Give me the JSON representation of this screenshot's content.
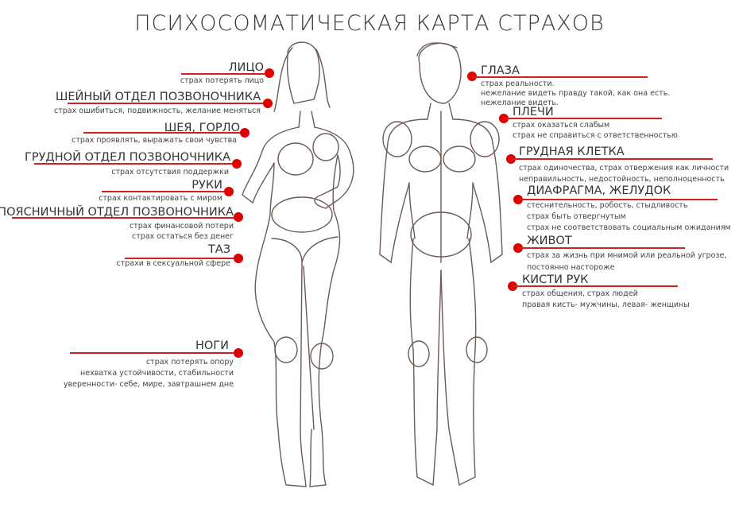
{
  "title": "ПСИХОСОМАТИЧЕСКАЯ КАРТА СТРАХОВ",
  "accent_color": "#e00000",
  "left_labels": [
    {
      "title": "ЛИЦО",
      "lines": [
        "страх потерять лицо"
      ]
    },
    {
      "title": "ШЕЙНЫЙ ОТДЕЛ ПОЗВОНОЧНИКА",
      "lines": [
        "страх ошибиться, подвижность, желание меняться"
      ]
    },
    {
      "title": "ШЕЯ, ГОРЛО",
      "lines": [
        "страх проявлять, выражать свои чувства"
      ]
    },
    {
      "title": "ГРУДНОЙ ОТДЕЛ ПОЗВОНОЧНИКА",
      "lines": [
        "страх отсутствия поддержки"
      ]
    },
    {
      "title": "РУКИ",
      "lines": [
        "страх контактировать с миром"
      ]
    },
    {
      "title": "ПОЯСНИЧНЫЙ ОТДЕЛ ПОЗВОНОЧНИКА",
      "lines": [
        "страх финансовой потери",
        "страх остаться без денег"
      ]
    },
    {
      "title": "ТАЗ",
      "lines": [
        "страхи в сексуальной сфере"
      ]
    },
    {
      "title": "НОГИ",
      "lines": [
        "страх потерять опору",
        "нехватка устойчивости, стабильности",
        "уверенности- себе, мире, завтрашнем дне"
      ]
    }
  ],
  "right_labels": [
    {
      "title": "ГЛАЗА",
      "lines": [
        "страх реальности.",
        "нежелание видеть правду такой, как она есть.",
        "нежелание видеть."
      ]
    },
    {
      "title": "ПЛЕЧИ",
      "lines": [
        "страх оказаться слабым",
        "страх не справиться с ответственностью"
      ]
    },
    {
      "title": "ГРУДНАЯ КЛЕТКА",
      "lines": [
        "страх одиночества, страх отвержения как личности",
        "неправильность, недостойность, неполноценность"
      ]
    },
    {
      "title": "ДИАФРАГМА, ЖЕЛУДОК",
      "lines": [
        "стеснительность, робость, стыдливость",
        "страх быть отвергнутым",
        "страх не соответствовать социальным ожиданиям"
      ]
    },
    {
      "title": "ЖИВОТ",
      "lines": [
        "страх за жизнь при мнимой или реальной угрозе,",
        "постоянно настороже"
      ]
    },
    {
      "title": "КИСТИ РУК",
      "lines": [
        "страх общения, страх людей",
        "правая кисть- мужчины, левая- женщины"
      ]
    }
  ]
}
